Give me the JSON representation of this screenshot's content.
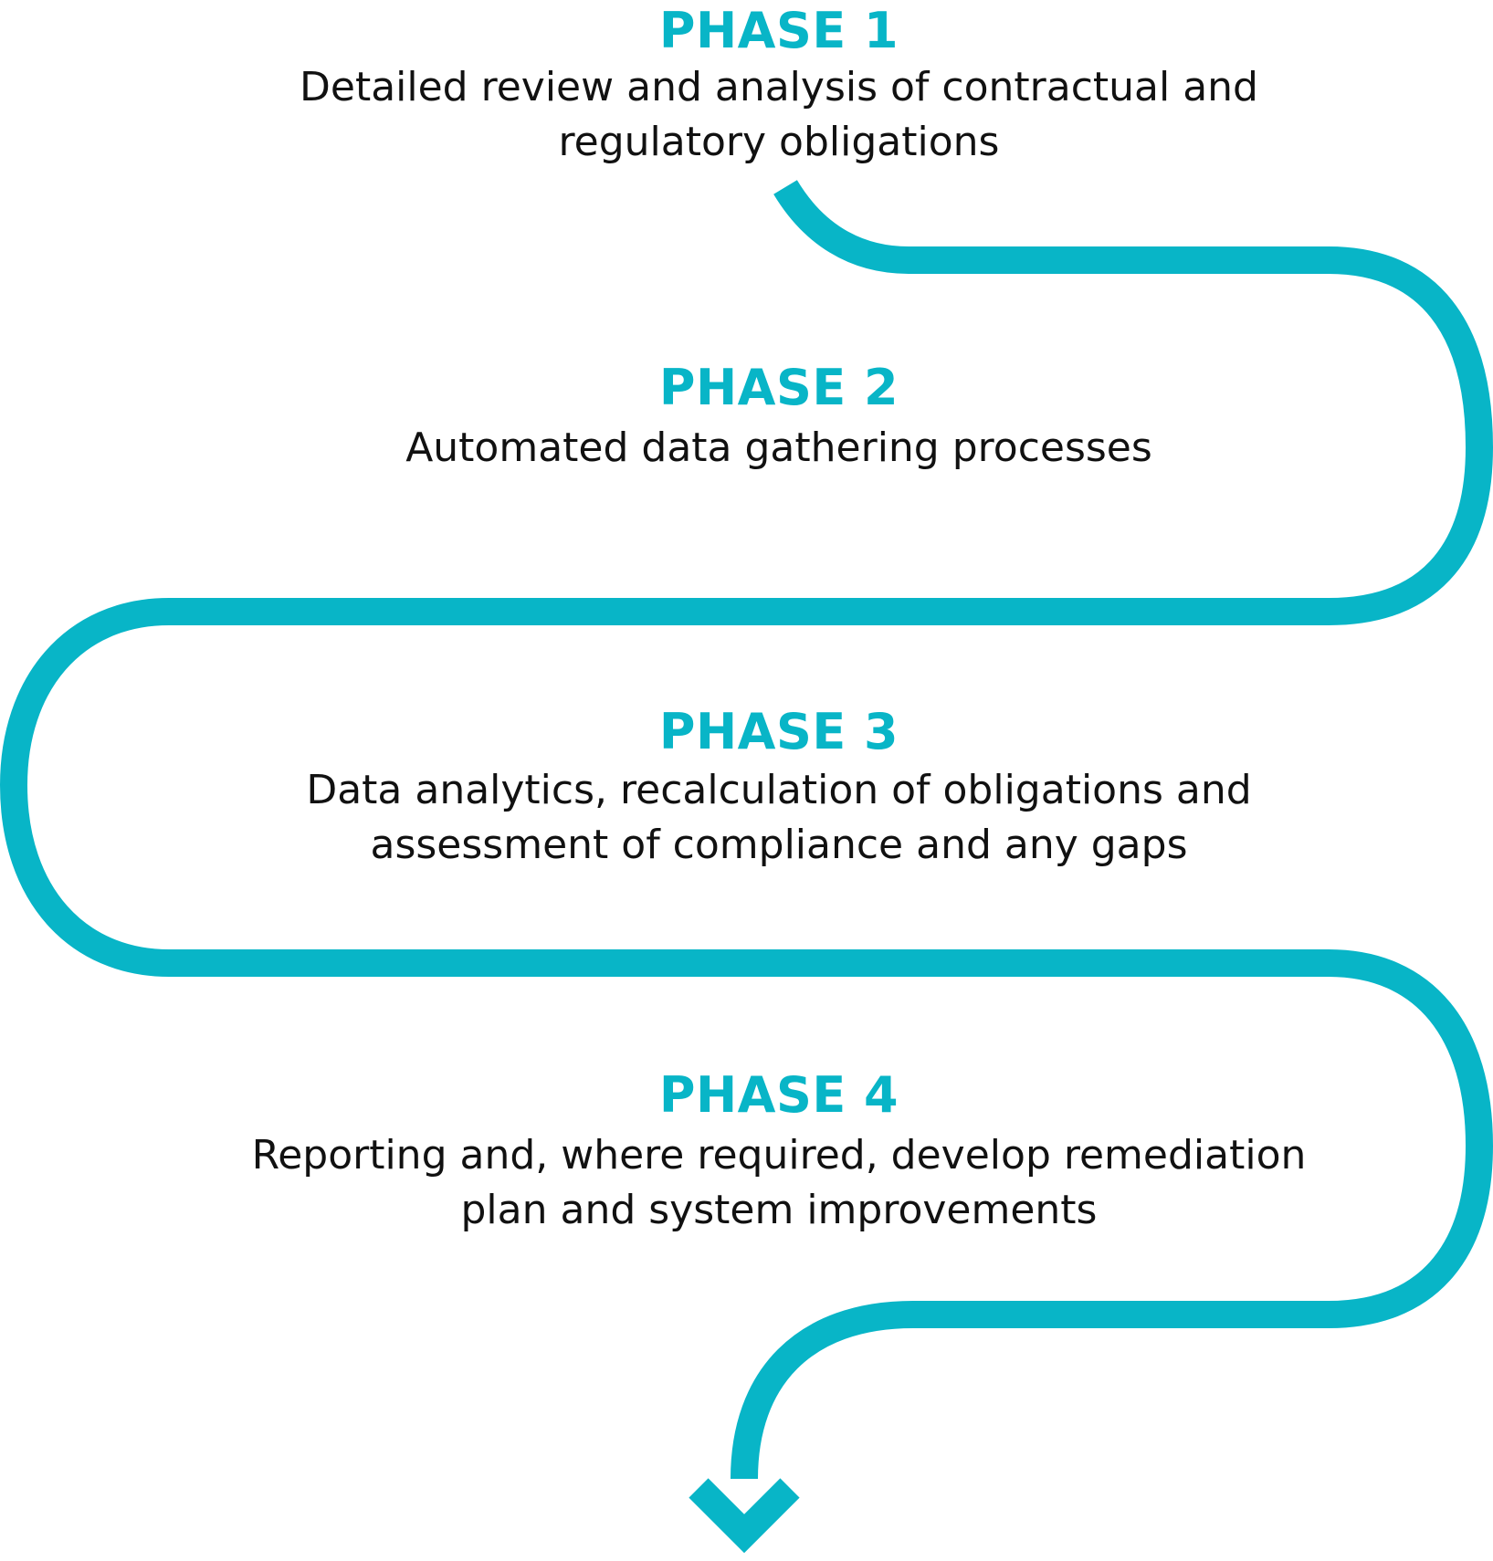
{
  "colors": {
    "accent": "#08B5C7",
    "text": "#111111",
    "background": "#FFFFFF"
  },
  "phases": [
    {
      "title": "PHASE 1",
      "lines": [
        "Detailed review and analysis of contractual and",
        "regulatory obligations"
      ]
    },
    {
      "title": "PHASE 2",
      "lines": [
        "Automated data gathering processes"
      ]
    },
    {
      "title": "PHASE 3",
      "lines": [
        "Data analytics, recalculation of obligations and",
        "assessment of compliance and any gaps"
      ]
    },
    {
      "title": "PHASE 4",
      "lines": [
        "Reporting and, where required, develop remediation",
        "plan and system improvements"
      ]
    }
  ],
  "connector": {
    "shape": "serpentine-path",
    "end_marker": "arrow-down-icon"
  }
}
